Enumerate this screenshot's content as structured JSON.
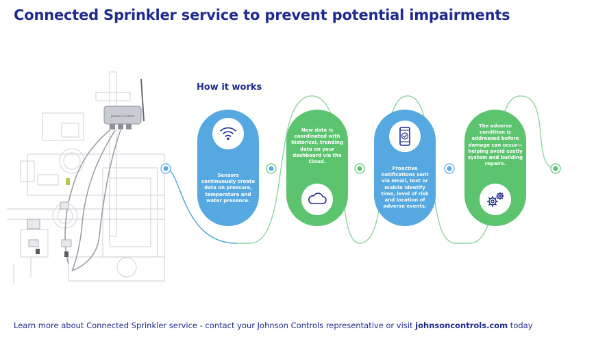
{
  "page": {
    "title": "Connected Sprinkler service to prevent potential impairments",
    "section_heading": "How it works"
  },
  "steps": [
    {
      "text": "Sensors continuously create data on pressure, temperature and water presence.",
      "icon": "wifi-icon",
      "color": "#55a9e0"
    },
    {
      "text": "New data is coordinated with historical, trending data on your dashboard via the Cloud.",
      "icon": "cloud-icon",
      "color": "#5cc46e"
    },
    {
      "text": "Proactive notifications sent via email, text or mobile identify time, level of risk and location of adverse events.",
      "icon": "smartphone-check-icon",
      "color": "#55a9e0"
    },
    {
      "text": "The adverse condition is addressed before damage can occur—helping avoid costly system and building repairs.",
      "icon": "gears-icon",
      "color": "#5cc46e"
    }
  ],
  "footer": {
    "text_before": "Learn more about Connected Sprinkler service - contact your Johnson Controls representative or visit ",
    "link": "johnsoncontrols.com",
    "text_after": " today"
  },
  "device": {
    "label": "Johnson Controls"
  },
  "colors": {
    "title": "#1f2b8f",
    "blue": "#55a9e0",
    "green": "#5cc46e",
    "line": "#8fd4a0"
  }
}
